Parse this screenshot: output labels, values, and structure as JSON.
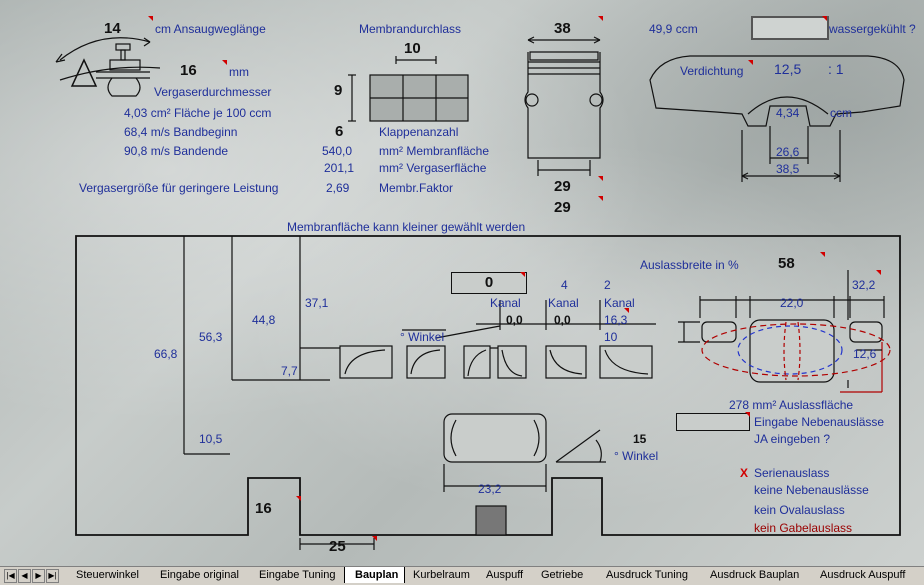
{
  "top_left": {
    "intake_length_value": "14",
    "intake_length_label": "cm Ansaugweglänge",
    "carb_diameter_value": "16",
    "carb_diameter_unit": "mm",
    "carb_diameter_label": "Vergaserdurchmesser",
    "area_per_100": "4,03 cm² Fläche je 100 ccm",
    "band_begin": "68,4 m/s Bandbeginn",
    "band_end": "90,8 m/s Bandende",
    "smaller_carb_label": "Vergasergröße für geringere Leistung"
  },
  "membrane": {
    "title": "Membrandurchlass",
    "width": "10",
    "height": "9",
    "flap_count": "6",
    "flap_label": "Klappenanzahl",
    "membrane_area_value": "540,0",
    "membrane_area_label": "mm² Membranfläche",
    "carb_area_value": "201,1",
    "carb_area_label": "mm² Vergaserfläche",
    "factor_value": "2,69",
    "factor_label": "Membr.Faktor"
  },
  "piston": {
    "width_top": "38",
    "width_bottom_1": "29",
    "width_bottom_2": "29"
  },
  "cylinder_head": {
    "volume": "49,9 ccm",
    "water_cooled_label": "wassergekühlt ?",
    "water_cooled_value": "",
    "compression_label": "Verdichtung",
    "compression_value": "12,5",
    "compression_ratio_suffix": ": 1",
    "chamber_volume": "4,34",
    "chamber_unit": "ccm",
    "dim_inner": "26,6",
    "dim_outer": "38,5"
  },
  "port_map": {
    "hint": "Membranfläche kann kleiner gewählt werden",
    "exhaust_width_label": "Auslassbreite in %",
    "exhaust_width_value": "58",
    "exhaust_height": "32,2",
    "dim_66_8": "66,8",
    "dim_56_3": "56,3",
    "dim_44_8": "44,8",
    "dim_37_1": "37,1",
    "dim_7_7": "7,7",
    "dim_10_5": "10,5",
    "angle_label": "° Winkel",
    "channel_input": "0",
    "channel_label": "Kanal",
    "channel_4": "4",
    "channel_2": "2",
    "ch_val_a": "0,0",
    "ch_val_b": "0,0",
    "ch_val_c": "16,3",
    "ch_val_d": "10",
    "exhaust_dim_22": "22,0",
    "exhaust_dim_12_6": "12,6",
    "exhaust_area": "278 mm² Auslassfläche",
    "side_exhaust_input": "Eingabe Nebenauslässe",
    "side_exhaust_hint": "JA eingeben ?",
    "transfer_angle_value": "15",
    "transfer_angle_label": "° Winkel",
    "transfer_width": "23,2",
    "bottom_left_value": "16",
    "bottom_width_value": "25",
    "series_mark": "X",
    "series_label": "Serienauslass",
    "no_side": "keine Nebenauslässe",
    "no_oval": "kein Ovalauslass",
    "no_fork": "kein Gabelauslass"
  },
  "tabs": [
    "Steuerwinkel",
    "Eingabe original",
    "Eingabe Tuning",
    "Bauplan",
    "Kurbelraum",
    "Auspuff",
    "Getriebe",
    "Ausdruck Tuning",
    "Ausdruck Bauplan",
    "Ausdruck Auspuff"
  ],
  "active_tab": "Bauplan",
  "nav_buttons": [
    "first",
    "prev",
    "next",
    "last"
  ]
}
